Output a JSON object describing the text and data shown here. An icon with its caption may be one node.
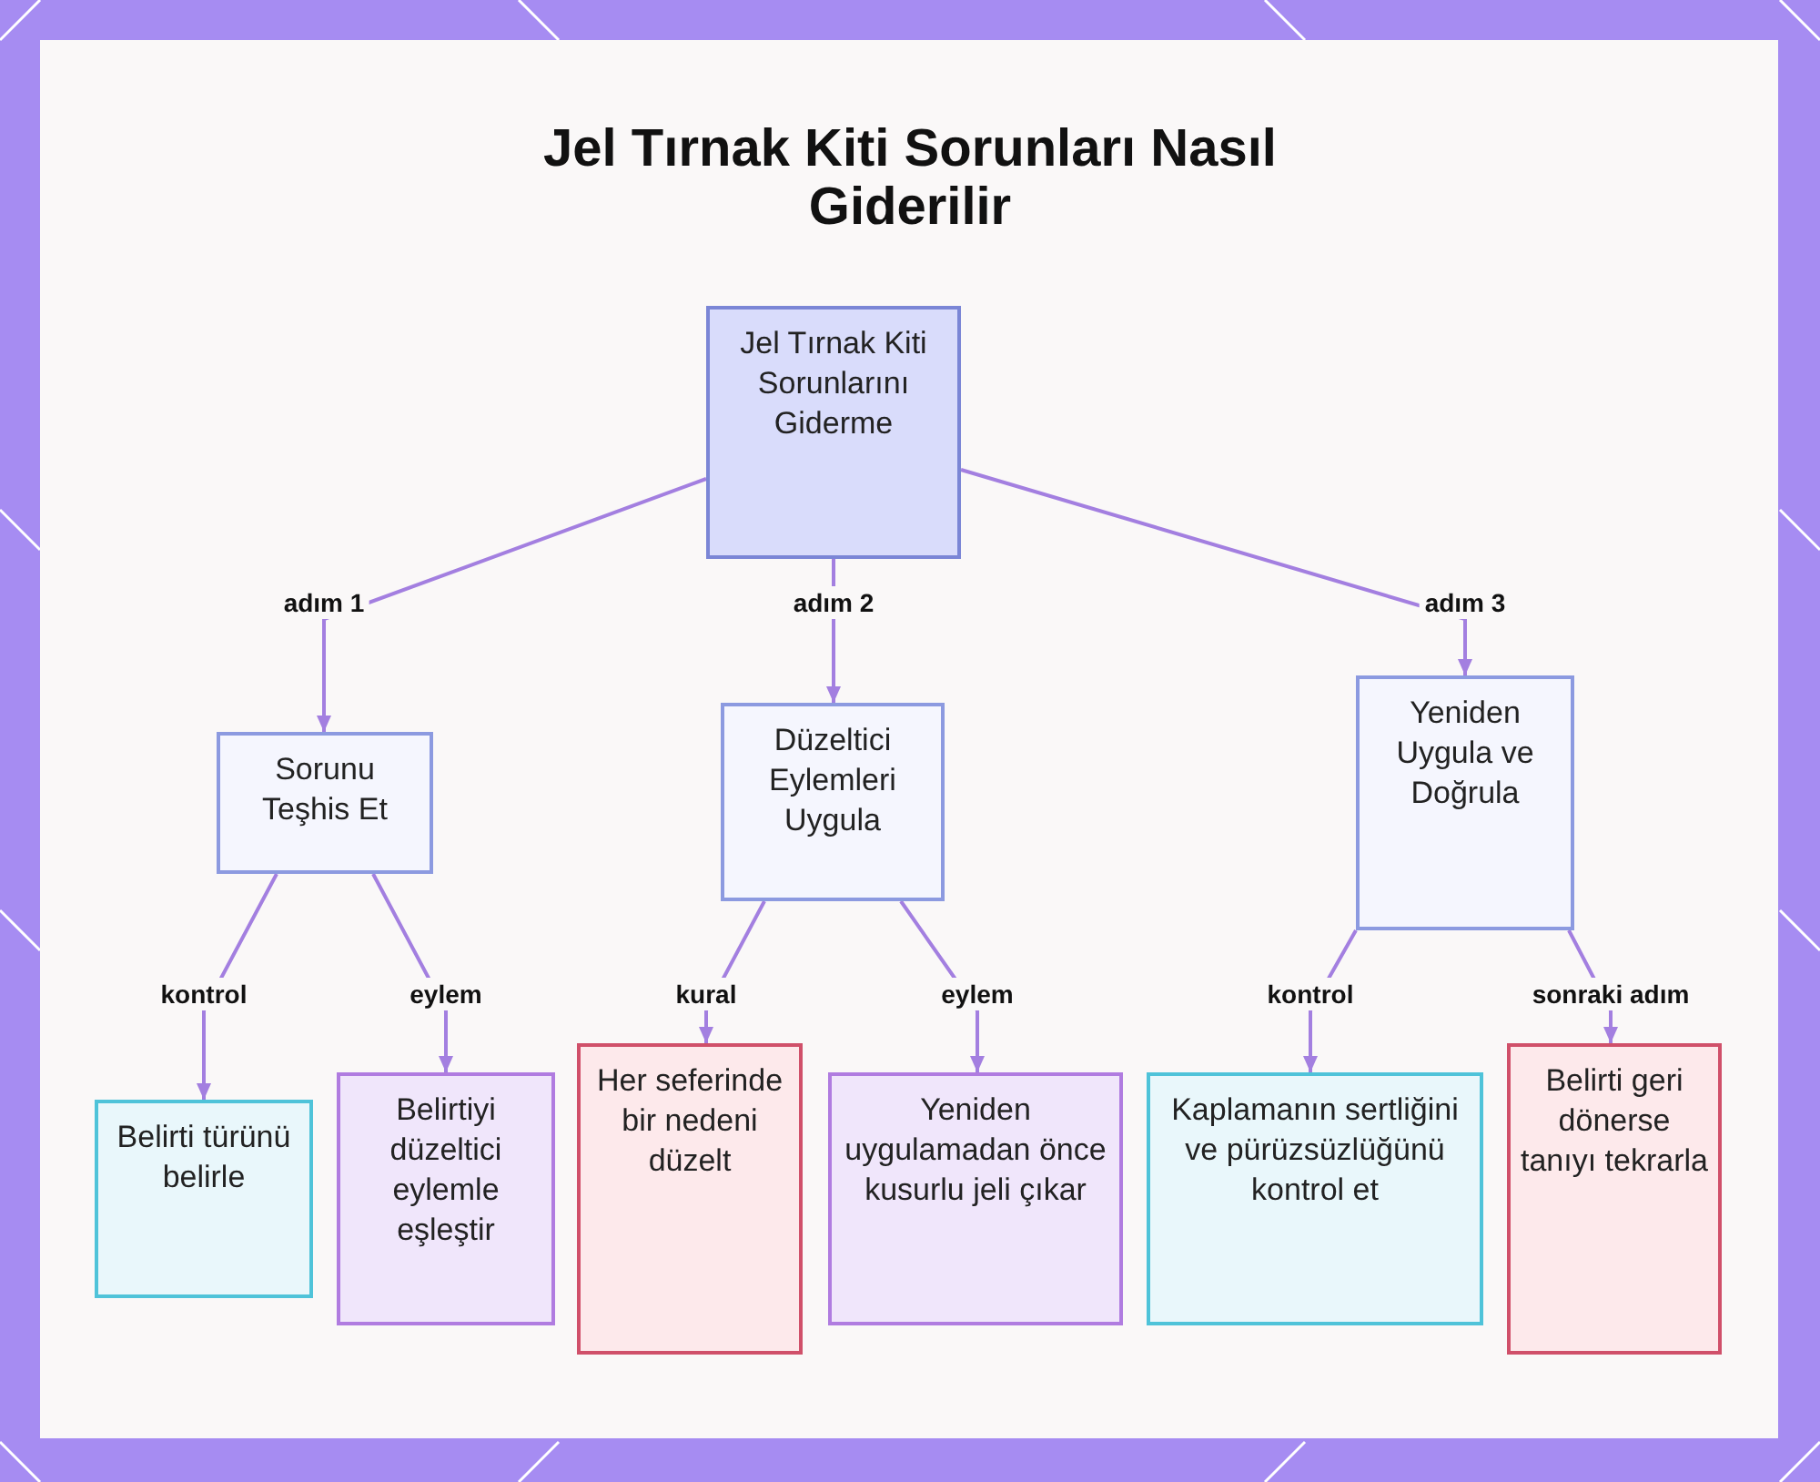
{
  "diagram": {
    "title": "Jel Tırnak Kiti Sorunları Nasıl Giderilir",
    "nodes": [
      {
        "text": [
          "Jel Tırnak Kiti Sorunlarını Giderme"
        ]
      },
      {
        "text": [
          "Sorunu Teşhis Et"
        ]
      },
      {
        "text": [
          "Düzeltici Eylemleri Uygula"
        ]
      },
      {
        "text": [
          "Yeniden Uygula ve Doğrula"
        ]
      },
      {
        "text": [
          "Belirti türünü belirle"
        ]
      },
      {
        "text": [
          "Belirtiyi düzeltici eylemle eşleştir"
        ]
      },
      {
        "text": [
          "Her seferinde bir nedeni düzelt"
        ]
      },
      {
        "text": [
          "Yeniden uygulamadan önce kusurlu jeli çıkar"
        ]
      },
      {
        "text": [
          "Kaplamanın sertliğini ve pürüzsüzlüğünü kontrol et"
        ]
      },
      {
        "text": [
          "Belirti geri dönerse tanıyı tekrarla"
        ]
      }
    ],
    "edges": [
      {
        "from": 0,
        "to": 1,
        "arrow": "to",
        "label": "adım 1"
      },
      {
        "from": 0,
        "to": 2,
        "arrow": "to",
        "label": "adım 2"
      },
      {
        "from": 0,
        "to": 3,
        "arrow": "to",
        "label": "adım 3"
      },
      {
        "from": 1,
        "to": 4,
        "arrow": "to",
        "label": "kontrol"
      },
      {
        "from": 1,
        "to": 5,
        "arrow": "to",
        "label": "eylem"
      },
      {
        "from": 2,
        "to": 6,
        "arrow": "to",
        "label": "kural"
      },
      {
        "from": 2,
        "to": 7,
        "arrow": "to",
        "label": "eylem"
      },
      {
        "from": 3,
        "to": 8,
        "arrow": "to",
        "label": "kontrol"
      },
      {
        "from": 3,
        "to": 9,
        "arrow": "to",
        "label": "sonraki adım"
      }
    ]
  }
}
